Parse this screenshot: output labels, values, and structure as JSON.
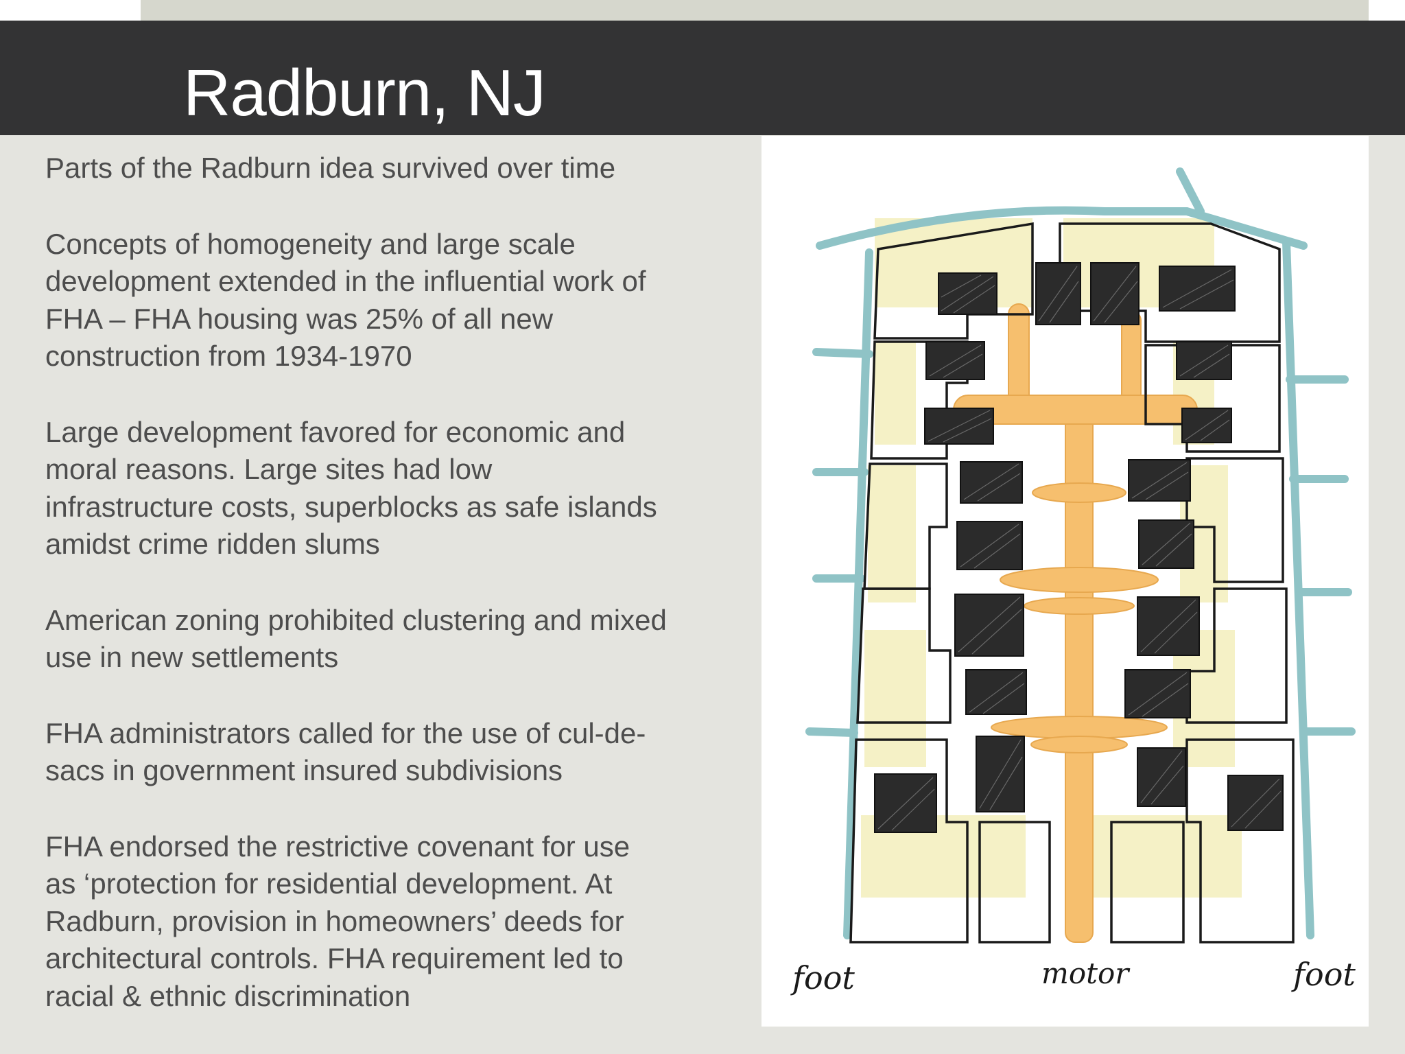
{
  "slide": {
    "title": "Radburn, NJ",
    "paragraphs": [
      "Parts of the Radburn idea survived over time",
      "Concepts of homogeneity and large scale\ndevelopment extended in the influential work of\nFHA – FHA housing was 25% of all new\nconstruction from 1934-1970",
      "Large development favored for economic and\nmoral reasons. Large sites had low\ninfrastructure costs, superblocks as safe islands\namidst crime ridden slums",
      "American zoning prohibited clustering and mixed\nuse in new settlements",
      "FHA administrators called for the use of cul-de-\nsacs in government insured subdivisions",
      "FHA endorsed the restrictive covenant for use\nas ‘protection for residential development. At\nRadburn, provision in homeowners’ deeds for\narchitectural controls. FHA requirement led to\nracial & ethnic discrimination"
    ]
  },
  "figure": {
    "labels": {
      "left": "foot",
      "center": "motor",
      "right": "foot"
    },
    "colors": {
      "foot_path": "#8fc3c6",
      "motor_road": "#f6bf6e",
      "yard": "#f5f1c6",
      "building": "#2b2b2b",
      "outline": "#1a1a1a"
    }
  },
  "theme": {
    "background": "#e4e4df",
    "title_bar": "#333334",
    "text": "#4d4d4d"
  }
}
